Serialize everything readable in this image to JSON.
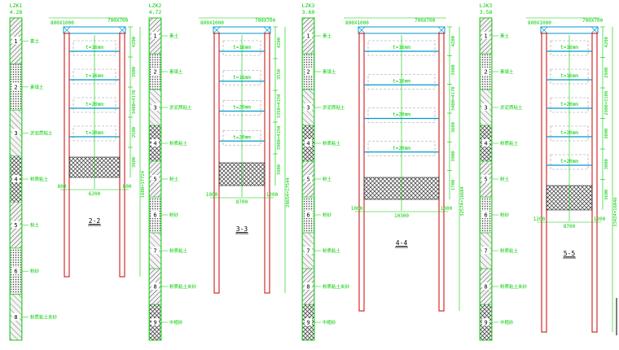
{
  "colors": {
    "background": "#ffffff",
    "dim_green": "#00cc00",
    "pile_red": "#cc0000",
    "beam_cyan": "#0099cc",
    "hatch_gray": "#555555",
    "strut_dash": "#999999",
    "label_black": "#000000"
  },
  "boreholes": [
    {
      "id": "LZK1",
      "elev": "4.28",
      "layers": [
        "1",
        "2",
        "3",
        "4",
        "5",
        "6",
        "8"
      ],
      "notes": [
        "素土",
        "素填土",
        "淤泥质粘土",
        "粉质粘土",
        "粉土",
        "粉砂",
        "粉质粘土夹砂"
      ]
    },
    {
      "id": "LZK2",
      "elev": "4.72",
      "layers": [
        "1",
        "2",
        "3",
        "4",
        "5",
        "6",
        "7",
        "8",
        "9"
      ],
      "notes": [
        "素土",
        "素填土",
        "淤泥质粘土",
        "粉质粘土",
        "粉土",
        "粉砂",
        "粉质粘土",
        "粉质粘土夹砂",
        "中粗砂"
      ]
    },
    {
      "id": "LZK3",
      "elev": "3.60",
      "layers": [
        "1",
        "2",
        "3",
        "4",
        "5",
        "6",
        "7",
        "8",
        "9"
      ],
      "notes": [
        "素土",
        "素填土",
        "淤泥质粘土",
        "粉质粘土",
        "粉土",
        "粉砂",
        "粉质粘土",
        "粉质粘土夹砂",
        "中粗砂"
      ]
    },
    {
      "id": "LJK3",
      "elev": "3.58",
      "layers": [
        "1",
        "2",
        "3",
        "4",
        "5",
        "6",
        "7",
        "8",
        "9"
      ],
      "notes": [
        "素土",
        "素填土",
        "淤泥质粘土",
        "粉质粘土",
        "粉土",
        "粉砂",
        "粉质粘土",
        "粉质粘土夹砂",
        "中粗砂"
      ]
    }
  ],
  "sections": [
    {
      "label": "2-2",
      "top_width": "800X1000",
      "beam": "700X700",
      "strut_texts": [
        "t=16mm",
        "t=16mm",
        "t=20mm",
        "t=20mm"
      ],
      "right_dims": [
        "4200",
        "3900",
        "3400=4170",
        "2500",
        "3900"
      ],
      "total_dim": "1600=17724",
      "bottom_dims": [
        "800",
        "6200",
        "800"
      ]
    },
    {
      "label": "3-3",
      "top_width": "800X1000",
      "beam": "700X700",
      "strut_texts": [
        "t=16mm",
        "t=16mm",
        "t=20mm",
        "t=20mm"
      ],
      "right_dims": [
        "4200",
        "3550",
        "3350=4150",
        "3900=4150",
        "3900"
      ],
      "total_dim": "28654=17544",
      "bottom_dims": [
        "1000",
        "8700",
        "1200"
      ]
    },
    {
      "label": "4-4",
      "top_width": "800X1000",
      "beam": "700X700",
      "strut_texts": [
        "t=16mm",
        "t=16mm",
        "t=20mm",
        "t=20mm"
      ],
      "right_dims": [
        "4200",
        "3900",
        "3400=4170",
        "3600",
        "3900",
        "1700"
      ],
      "total_dim": "32574=16684",
      "bottom_dims": [
        "1000",
        "10300",
        "1000"
      ]
    },
    {
      "label": "5-5",
      "top_width": "800X1000",
      "beam": "700X700",
      "strut_texts": [
        "t=16mm",
        "t=16mm",
        "t=20mm",
        "t=20mm",
        "t=20mm"
      ],
      "right_dims": [
        "4200",
        "2900",
        "2900=3100",
        "3000",
        "3000",
        "3600"
      ],
      "total_dim": "33424=16046",
      "bottom_dims": [
        "1200",
        "8700",
        "1200"
      ]
    }
  ]
}
